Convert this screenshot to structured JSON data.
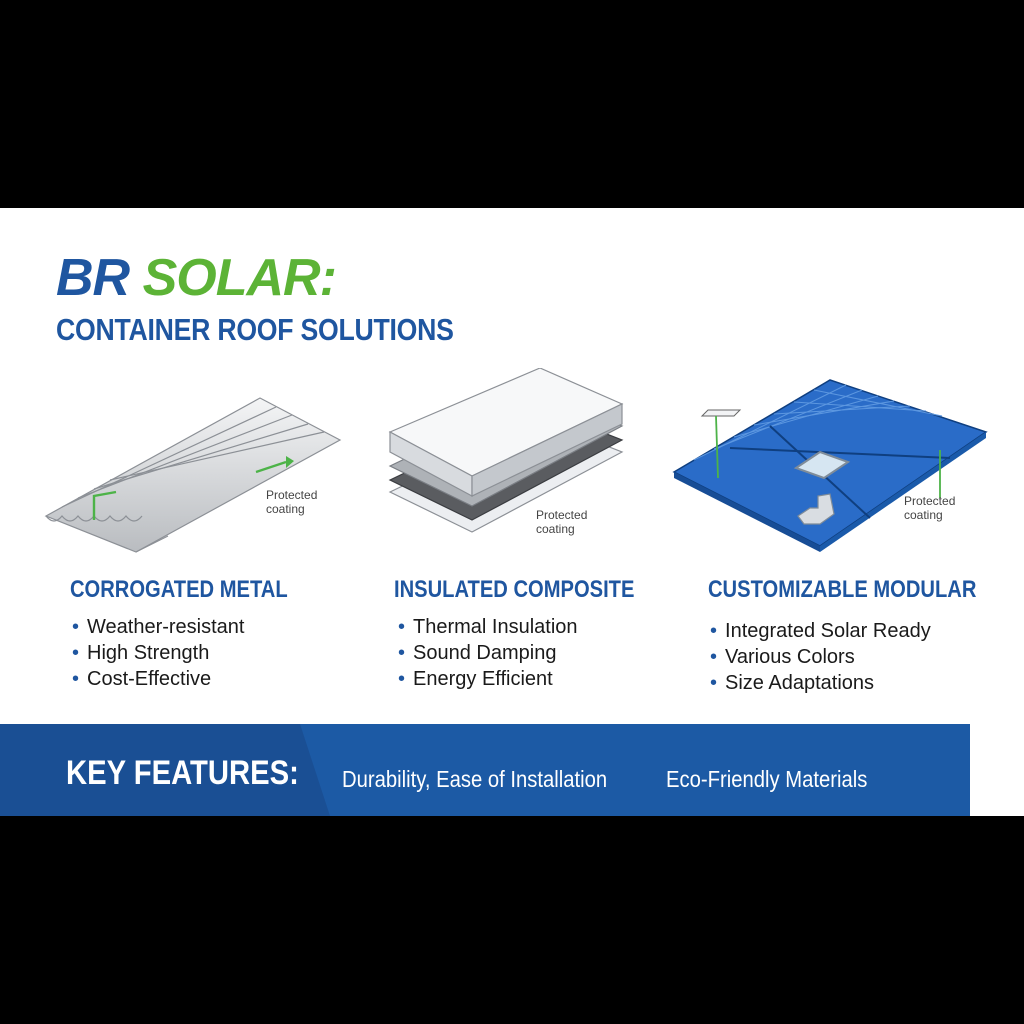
{
  "header": {
    "brand_primary": "BR",
    "brand_secondary": "SOLAR:",
    "subtitle": "CONTAINER ROOF SOLUTIONS"
  },
  "colors": {
    "brand_blue": "#1f56a0",
    "brand_green": "#5cb336",
    "footer_blue": "#1c5aa5"
  },
  "columns": [
    {
      "title": "CORROGATED METAL",
      "illustration_label": [
        "Protected",
        "coating"
      ],
      "bullets": [
        "Weather-resistant",
        "High Strength",
        "Cost-Effective"
      ]
    },
    {
      "title": "INSULATED COMPOSITE",
      "illustration_label": [
        "Protected",
        "coating"
      ],
      "bullets": [
        "Thermal Insulation",
        "Sound Damping",
        "Energy Efficient"
      ]
    },
    {
      "title": "CUSTOMIZABLE MODULAR",
      "illustration_label": [
        "Protected",
        "coating"
      ],
      "bullets": [
        "Integrated Solar Ready",
        "Various Colors",
        "Size Adaptations"
      ]
    }
  ],
  "footer": {
    "label": "KEY FEATURES:",
    "items": [
      "Durability, Ease of Installation",
      "Eco-Friendly Materials"
    ]
  }
}
